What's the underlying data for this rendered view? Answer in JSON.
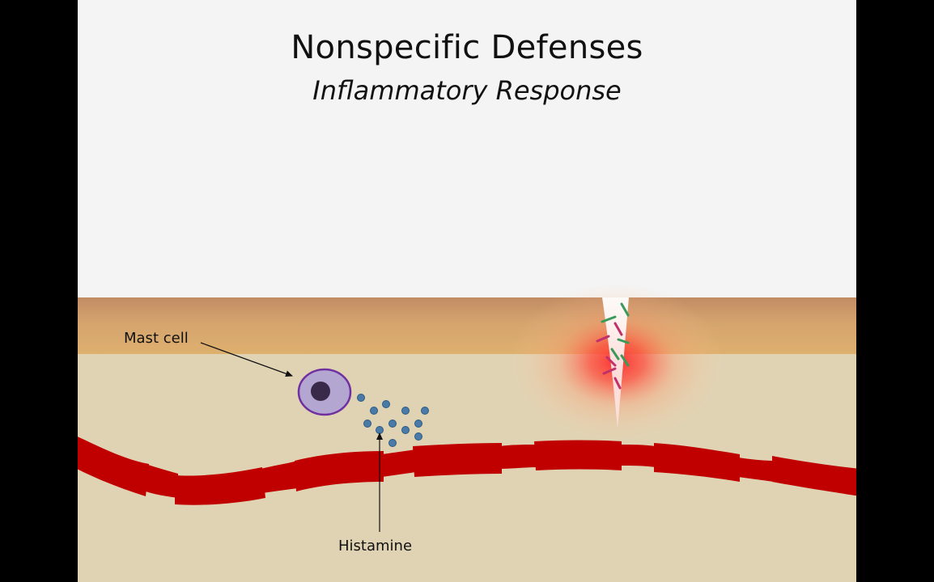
{
  "slide": {
    "title": "Nonspecific Defenses",
    "subtitle": "Inflammatory Response"
  },
  "labels": {
    "mast_cell": "Mast cell",
    "histamine": "Histamine"
  },
  "colors": {
    "background": "#f4f4f4",
    "skin_top": "#c9966a",
    "skin_band": "#deb06e",
    "tissue": "#e0d3b4",
    "blood_vessel": "#c00000",
    "mast_cell_fill": "#b3a6d1",
    "mast_cell_border": "#7030a0",
    "mast_cell_nucleus": "#3a2a4a",
    "histamine_dot": "#4a7ba8",
    "inflammation": "#ff3b3b",
    "bacteria_green": "#3a9a5a",
    "bacteria_magenta": "#c0306a"
  }
}
